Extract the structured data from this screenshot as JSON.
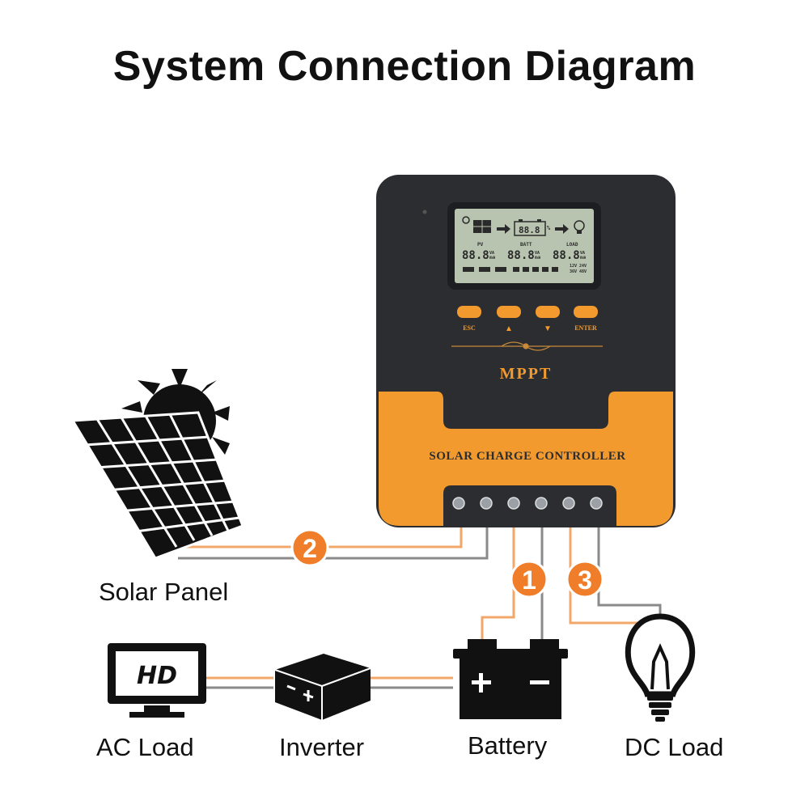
{
  "title": "System Connection Diagram",
  "controller": {
    "brand": "MPPT",
    "name": "SOLAR CHARGE CONTROLLER",
    "buttons": [
      "ESC",
      "▲",
      "▼",
      "ENTER"
    ],
    "lcd": {
      "pv_label": "PV",
      "batt_label": "BATT",
      "load_label": "LOAD",
      "digits": "88.8",
      "battery_readout": "88.8",
      "percent": "%",
      "units": "VA",
      "energy_unit": "KWH",
      "voltages": [
        "12V",
        "24V",
        "36V",
        "48V"
      ]
    },
    "terminal_count": 6,
    "colors": {
      "body": "#2b2d31",
      "accent": "#f29a2e",
      "lcd": "#b8c4b0"
    }
  },
  "connections": [
    {
      "number": "1",
      "between": "Battery"
    },
    {
      "number": "2",
      "between": "Solar Panel"
    },
    {
      "number": "3",
      "between": "DC Load"
    }
  ],
  "components": {
    "solar_panel": "Solar Panel",
    "ac_load": "AC Load",
    "ac_load_screen": "HD",
    "inverter": "Inverter",
    "battery": "Battery",
    "dc_load": "DC Load"
  },
  "colors": {
    "wire_orange": "#f2a76a",
    "wire_gray": "#8a8a8a",
    "badge": "#f07d2a"
  }
}
